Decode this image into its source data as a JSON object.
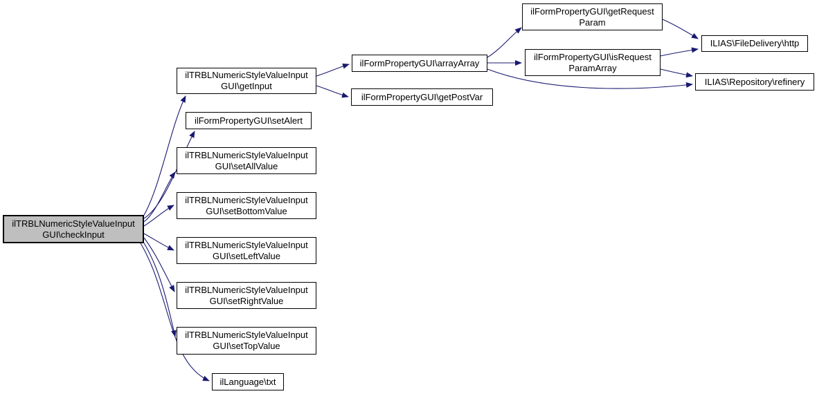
{
  "diagram": {
    "type": "call-graph",
    "edge_color": "#191970",
    "node_border_color": "#000000",
    "node_fill_color": "#ffffff",
    "highlighted_node_fill_color": "#bfbfbf",
    "nodes": [
      {
        "id": "checkInput",
        "label": "ilTRBLNumericStyleValueInput\nGUI\\checkInput",
        "highlighted": true
      },
      {
        "id": "getInput",
        "label": "ilTRBLNumericStyleValueInput\nGUI\\getInput",
        "highlighted": false
      },
      {
        "id": "setAlert",
        "label": "ilFormPropertyGUI\\setAlert",
        "highlighted": false
      },
      {
        "id": "setAllValue",
        "label": "ilTRBLNumericStyleValueInput\nGUI\\setAllValue",
        "highlighted": false
      },
      {
        "id": "setBottomValue",
        "label": "ilTRBLNumericStyleValueInput\nGUI\\setBottomValue",
        "highlighted": false
      },
      {
        "id": "setLeftValue",
        "label": "ilTRBLNumericStyleValueInput\nGUI\\setLeftValue",
        "highlighted": false
      },
      {
        "id": "setRightValue",
        "label": "ilTRBLNumericStyleValueInput\nGUI\\setRightValue",
        "highlighted": false
      },
      {
        "id": "setTopValue",
        "label": "ilTRBLNumericStyleValueInput\nGUI\\setTopValue",
        "highlighted": false
      },
      {
        "id": "txt",
        "label": "ilLanguage\\txt",
        "highlighted": false
      },
      {
        "id": "arrayArray",
        "label": "ilFormPropertyGUI\\arrayArray",
        "highlighted": false
      },
      {
        "id": "getPostVar",
        "label": "ilFormPropertyGUI\\getPostVar",
        "highlighted": false
      },
      {
        "id": "getRequestParam",
        "label": "ilFormPropertyGUI\\getRequest\nParam",
        "highlighted": false
      },
      {
        "id": "isRequestParamArray",
        "label": "ilFormPropertyGUI\\isRequest\nParamArray",
        "highlighted": false
      },
      {
        "id": "http",
        "label": "ILIAS\\FileDelivery\\http",
        "highlighted": false
      },
      {
        "id": "refinery",
        "label": "ILIAS\\Repository\\refinery",
        "highlighted": false
      }
    ],
    "edges": [
      {
        "from": "checkInput",
        "to": "getInput"
      },
      {
        "from": "checkInput",
        "to": "setAlert"
      },
      {
        "from": "checkInput",
        "to": "setAllValue"
      },
      {
        "from": "checkInput",
        "to": "setBottomValue"
      },
      {
        "from": "checkInput",
        "to": "setLeftValue"
      },
      {
        "from": "checkInput",
        "to": "setRightValue"
      },
      {
        "from": "checkInput",
        "to": "setTopValue"
      },
      {
        "from": "checkInput",
        "to": "txt"
      },
      {
        "from": "getInput",
        "to": "arrayArray"
      },
      {
        "from": "getInput",
        "to": "getPostVar"
      },
      {
        "from": "arrayArray",
        "to": "getRequestParam"
      },
      {
        "from": "arrayArray",
        "to": "isRequestParamArray"
      },
      {
        "from": "arrayArray",
        "to": "refinery"
      },
      {
        "from": "getRequestParam",
        "to": "http"
      },
      {
        "from": "isRequestParamArray",
        "to": "http"
      },
      {
        "from": "isRequestParamArray",
        "to": "refinery"
      }
    ]
  }
}
